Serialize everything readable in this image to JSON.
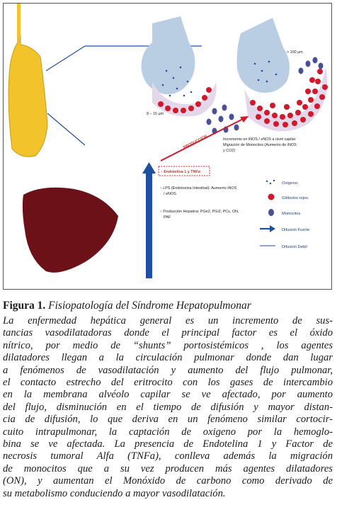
{
  "figure": {
    "labels": {
      "rbc_size_left": "8 – 15 µm",
      "rbc_size_right": "> 100 µm",
      "mechanism_line1": "Incremento en iNOS / eNOS a nivel capilar",
      "mechanism_line2": "Migración de Monocitos (Aumento de iNOS",
      "mechanism_line3": "y CO2)",
      "arrow_word": "PRODUCCIÓN",
      "endotelina": "↑ Endotelina 1 y TNFα",
      "lps_line1": "↑ LPS (Endotoxina Intestinal): Aumento iNOS",
      "lps_line2": "/ eNOS.",
      "prod_line1": "↑ Producción Hepatica: PGe2, PGi2, PCs, ON,",
      "prod_line2": "PAF"
    },
    "legend": [
      {
        "label": "Oxígeno.",
        "icon": "oxygen-dots-icon"
      },
      {
        "label": "Glóbulos rojos.",
        "icon": "red-cell-icon"
      },
      {
        "label": "Monocitos",
        "icon": "monocyte-icon"
      },
      {
        "label": "Difusion Fuerte",
        "icon": "thick-arrow-icon"
      },
      {
        "label": "Difusion Debil",
        "icon": "thin-arrow-icon"
      }
    ],
    "colors": {
      "lung": "#f2c32b",
      "liver": "#6b1117",
      "rbc": "#d0192b",
      "monocyte": "#4a4f96",
      "arrow_blue": "#1f4fa0",
      "alveolus": "#b9cde3",
      "capillary": "#e5d7ea"
    }
  },
  "caption": {
    "label": "Figura 1.",
    "title": "Fisiopatología del Síndrome Hepatopulmonar"
  },
  "body": {
    "lines": [
      "La enfermedad hepática general es un incremento de sus-",
      "tancias vasodilatadoras donde el principal factor es el óxido",
      "nítrico, por medio de “shunts” portosistémicos , los agentes",
      "dilatadores llegan a la circulación pulmonar donde dan lugar",
      "a fenómenos de vasodilatación y aumento del flujo pulmonar,",
      "el contacto estrecho del eritrocito con los gases de intercambio",
      "en la membrana alvéolo capilar se ve afectado, por aumento",
      "del flujo, disminución en el tiempo de difusión y mayor distan-",
      "cia de difusión, lo que deriva en un fenómeno similar cortocir-",
      "cuito intrapulmonar, la captación de oxigeno por la hemoglo-",
      "bina se ve afectada. La presencia de Endotelina 1 y Factor de",
      "necrosis tumoral Alfa (TNFa), conlleva además la migración",
      "de monocitos que a su vez producen más agentes dilatadores",
      "(ON), y aumentan el Monóxido de carbono como derivado de",
      "su metabolismo conduciendo a mayor vasodilatación."
    ]
  }
}
